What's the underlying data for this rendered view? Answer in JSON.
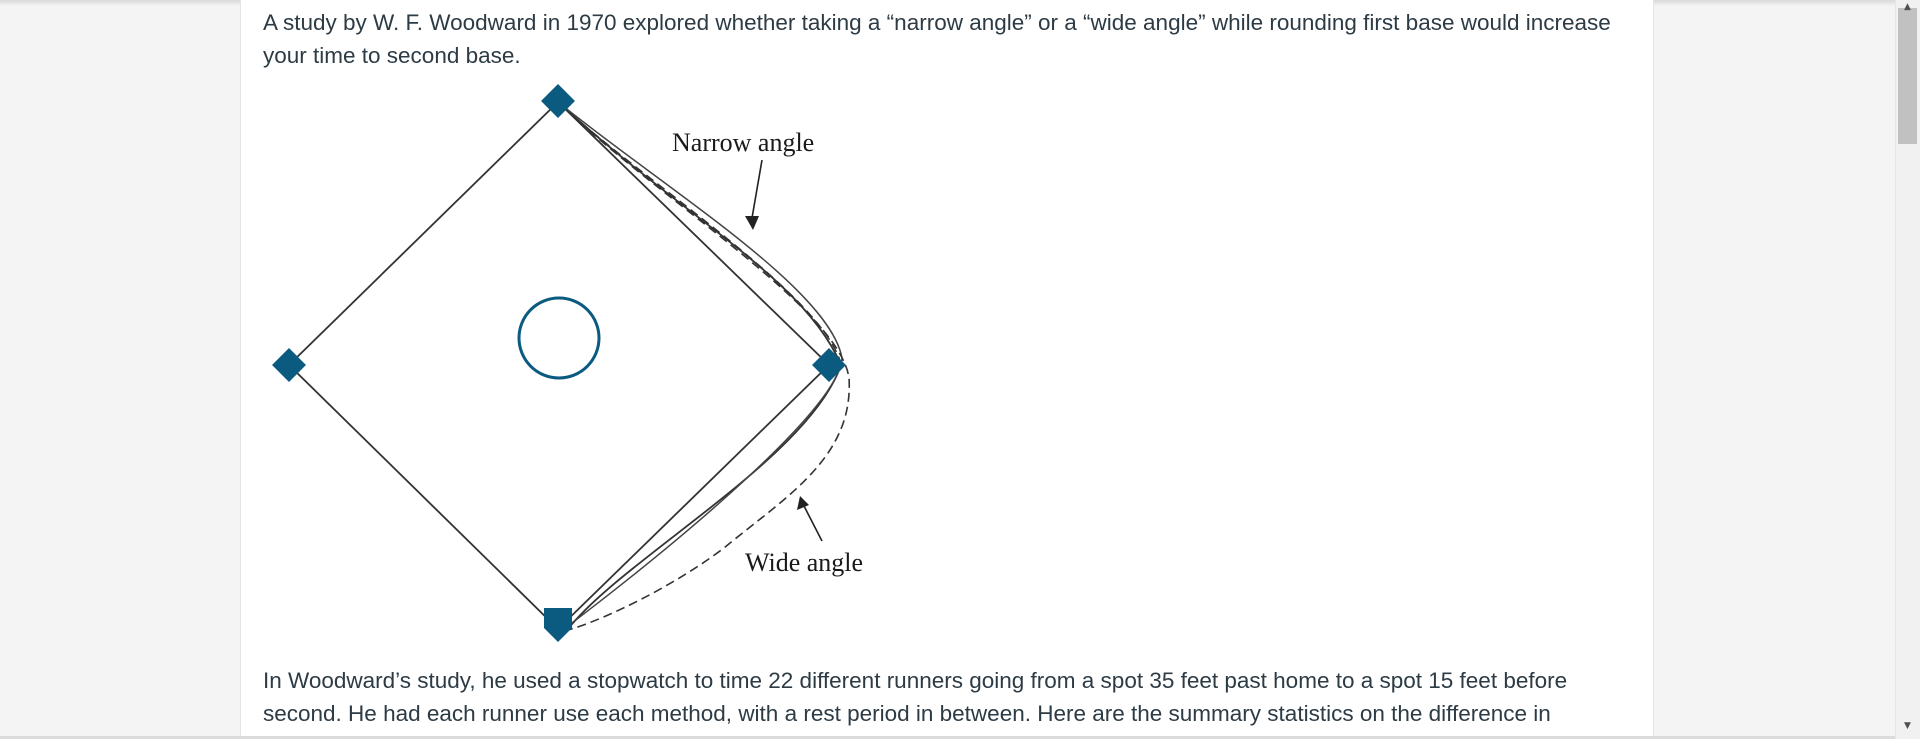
{
  "article": {
    "intro": "A study by W. F. Woodward in 1970 explored whether taking a “narrow angle” or a “wide angle” while rounding first base would increase your time to second base.",
    "paragraph2": "In Woodward’s study, he used a stopwatch to time 22 different runners going from a spot 35 feet past home to a spot 15 feet before second. He had each runner use each method, with a rest period in between. Here are the summary statistics on the difference in"
  },
  "figure": {
    "narrow_label": "Narrow angle",
    "wide_label": "Wide angle",
    "base_color": "#0b5a80",
    "line_color": "#333333"
  },
  "scrollbar": {
    "up_icon": "chevron-up-icon",
    "down_icon": "chevron-down-icon"
  }
}
